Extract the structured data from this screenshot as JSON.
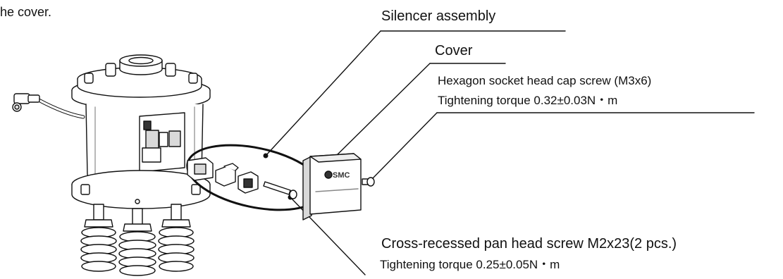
{
  "intro_text": "he cover.",
  "labels": {
    "silencer_assembly": "Silencer assembly",
    "cover": "Cover",
    "hex_screw": "Hexagon socket head cap screw (M3x6)",
    "hex_torque": "Tightening torque 0.32±0.03N・m",
    "cross_screw": "Cross-recessed pan head screw M2x23(2 pcs.)",
    "cross_torque": "Tightening torque 0.25±0.05N・m"
  },
  "logo_text": "SMC",
  "colors": {
    "line": "#111111",
    "body": "#ffffff",
    "shade": "#d9d9d9",
    "dark": "#333333"
  }
}
